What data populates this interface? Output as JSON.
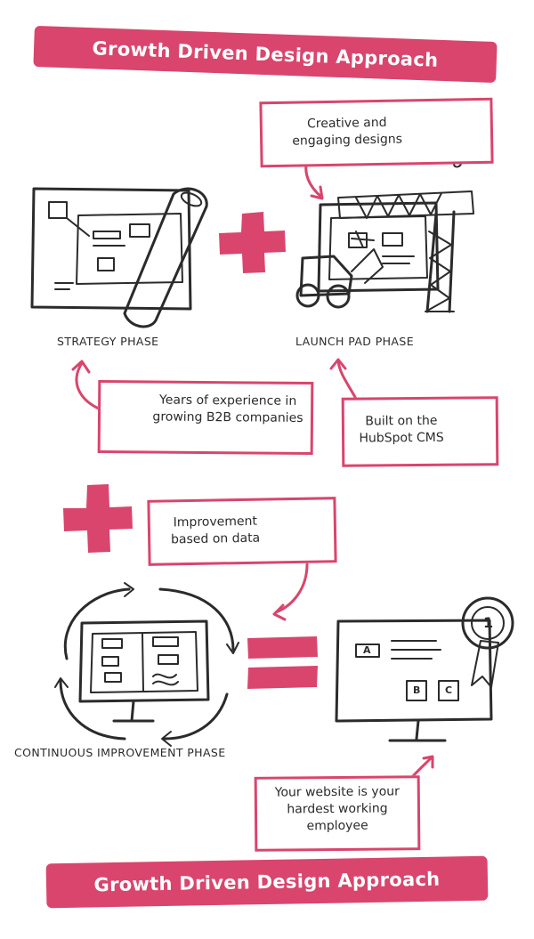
{
  "title_top": "Growth Driven Design Approach",
  "title_bottom": "Growth Driven Design Approach",
  "phases": {
    "strategy": "STRATEGY PHASE",
    "launch_pad": "LAUNCH PAD PHASE",
    "continuous": "CONTINUOUS IMPROVEMENT PHASE"
  },
  "notes": {
    "creative": "Creative and engaging designs",
    "experience": "Years of experience in growing B2B companies",
    "hubspot": "Built on the HubSpot CMS",
    "improvement": "Improvement based on data",
    "website": "Your website is your hardest working employee"
  },
  "badge_number": "1",
  "result_letters": [
    "A",
    "B",
    "C"
  ],
  "colors": {
    "accent": "#d9456d",
    "ink": "#2b2b2b"
  },
  "icons": [
    "palette-icon",
    "hourglass-icon",
    "hubspot-icon",
    "bar-chart-icon",
    "award-ribbon-icon",
    "crane-icon",
    "bulldozer-icon",
    "blueprint-roll-icon",
    "monitor-icon",
    "cycle-arrows-icon"
  ]
}
